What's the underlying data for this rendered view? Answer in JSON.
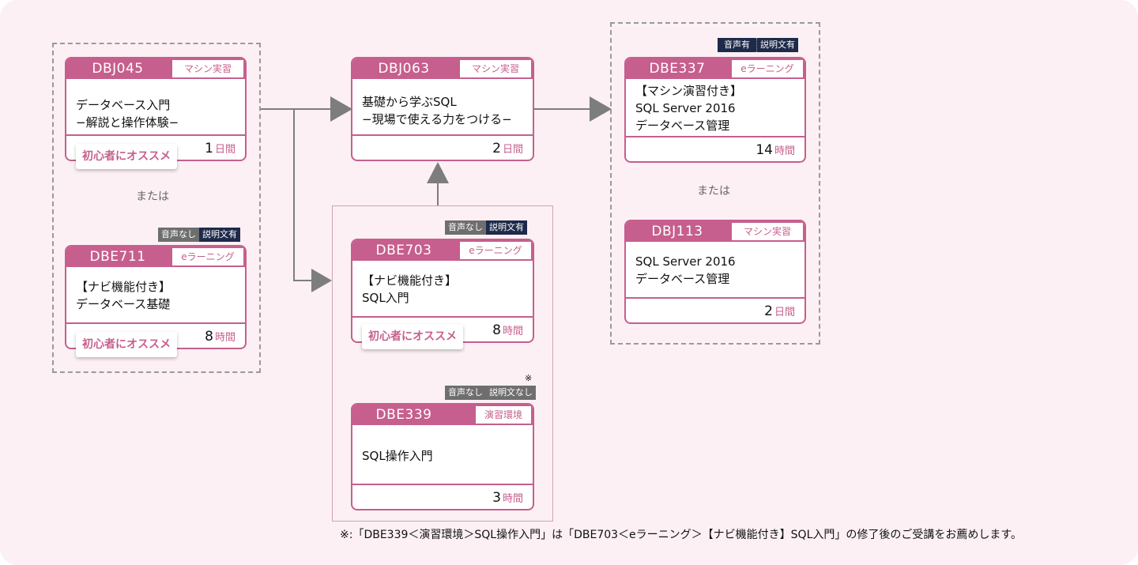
{
  "or_label": "または",
  "footnote": "※:「DBE339＜演習環境＞SQL操作入門」は「DBE703＜eラーニング＞【ナビ機能付き】SQL入門」の修了後のご受講をお薦めします。",
  "footnote_mark": "※",
  "recommend_label": "初心者にオススメ",
  "colors": {
    "accent": "#c65f8d",
    "background": "#fcf0f4",
    "arrow": "#7d7d7d"
  },
  "courses": {
    "dbj045": {
      "code": "DBJ045",
      "type": "マシン実習",
      "title": "データベース入門\n−解説と操作体験−",
      "duration": "1",
      "unit": "日間"
    },
    "dbe711": {
      "code": "DBE711",
      "type": "eラーニング",
      "title": "【ナビ機能付き】\nデータベース基礎",
      "duration": "8",
      "unit": "時間",
      "audio": "音声なし",
      "text": "説明文有"
    },
    "dbj063": {
      "code": "DBJ063",
      "type": "マシン実習",
      "title": "基礎から学ぶSQL\n−現場で使える力をつける−",
      "duration": "2",
      "unit": "日間"
    },
    "dbe703": {
      "code": "DBE703",
      "type": "eラーニング",
      "title": "【ナビ機能付き】\nSQL入門",
      "duration": "8",
      "unit": "時間",
      "audio": "音声なし",
      "text": "説明文有"
    },
    "dbe339": {
      "code": "DBE339",
      "type": "演習環境",
      "title": "SQL操作入門",
      "duration": "3",
      "unit": "時間",
      "audio": "音声なし",
      "text": "説明文なし"
    },
    "dbe337": {
      "code": "DBE337",
      "type": "eラーニング",
      "title": "【マシン演習付き】\nSQL Server 2016\nデータベース管理",
      "duration": "14",
      "unit": "時間",
      "audio": "音声有",
      "text": "説明文有"
    },
    "dbj113": {
      "code": "DBJ113",
      "type": "マシン実習",
      "title": "SQL Server 2016\nデータベース管理",
      "duration": "2",
      "unit": "日間"
    }
  }
}
